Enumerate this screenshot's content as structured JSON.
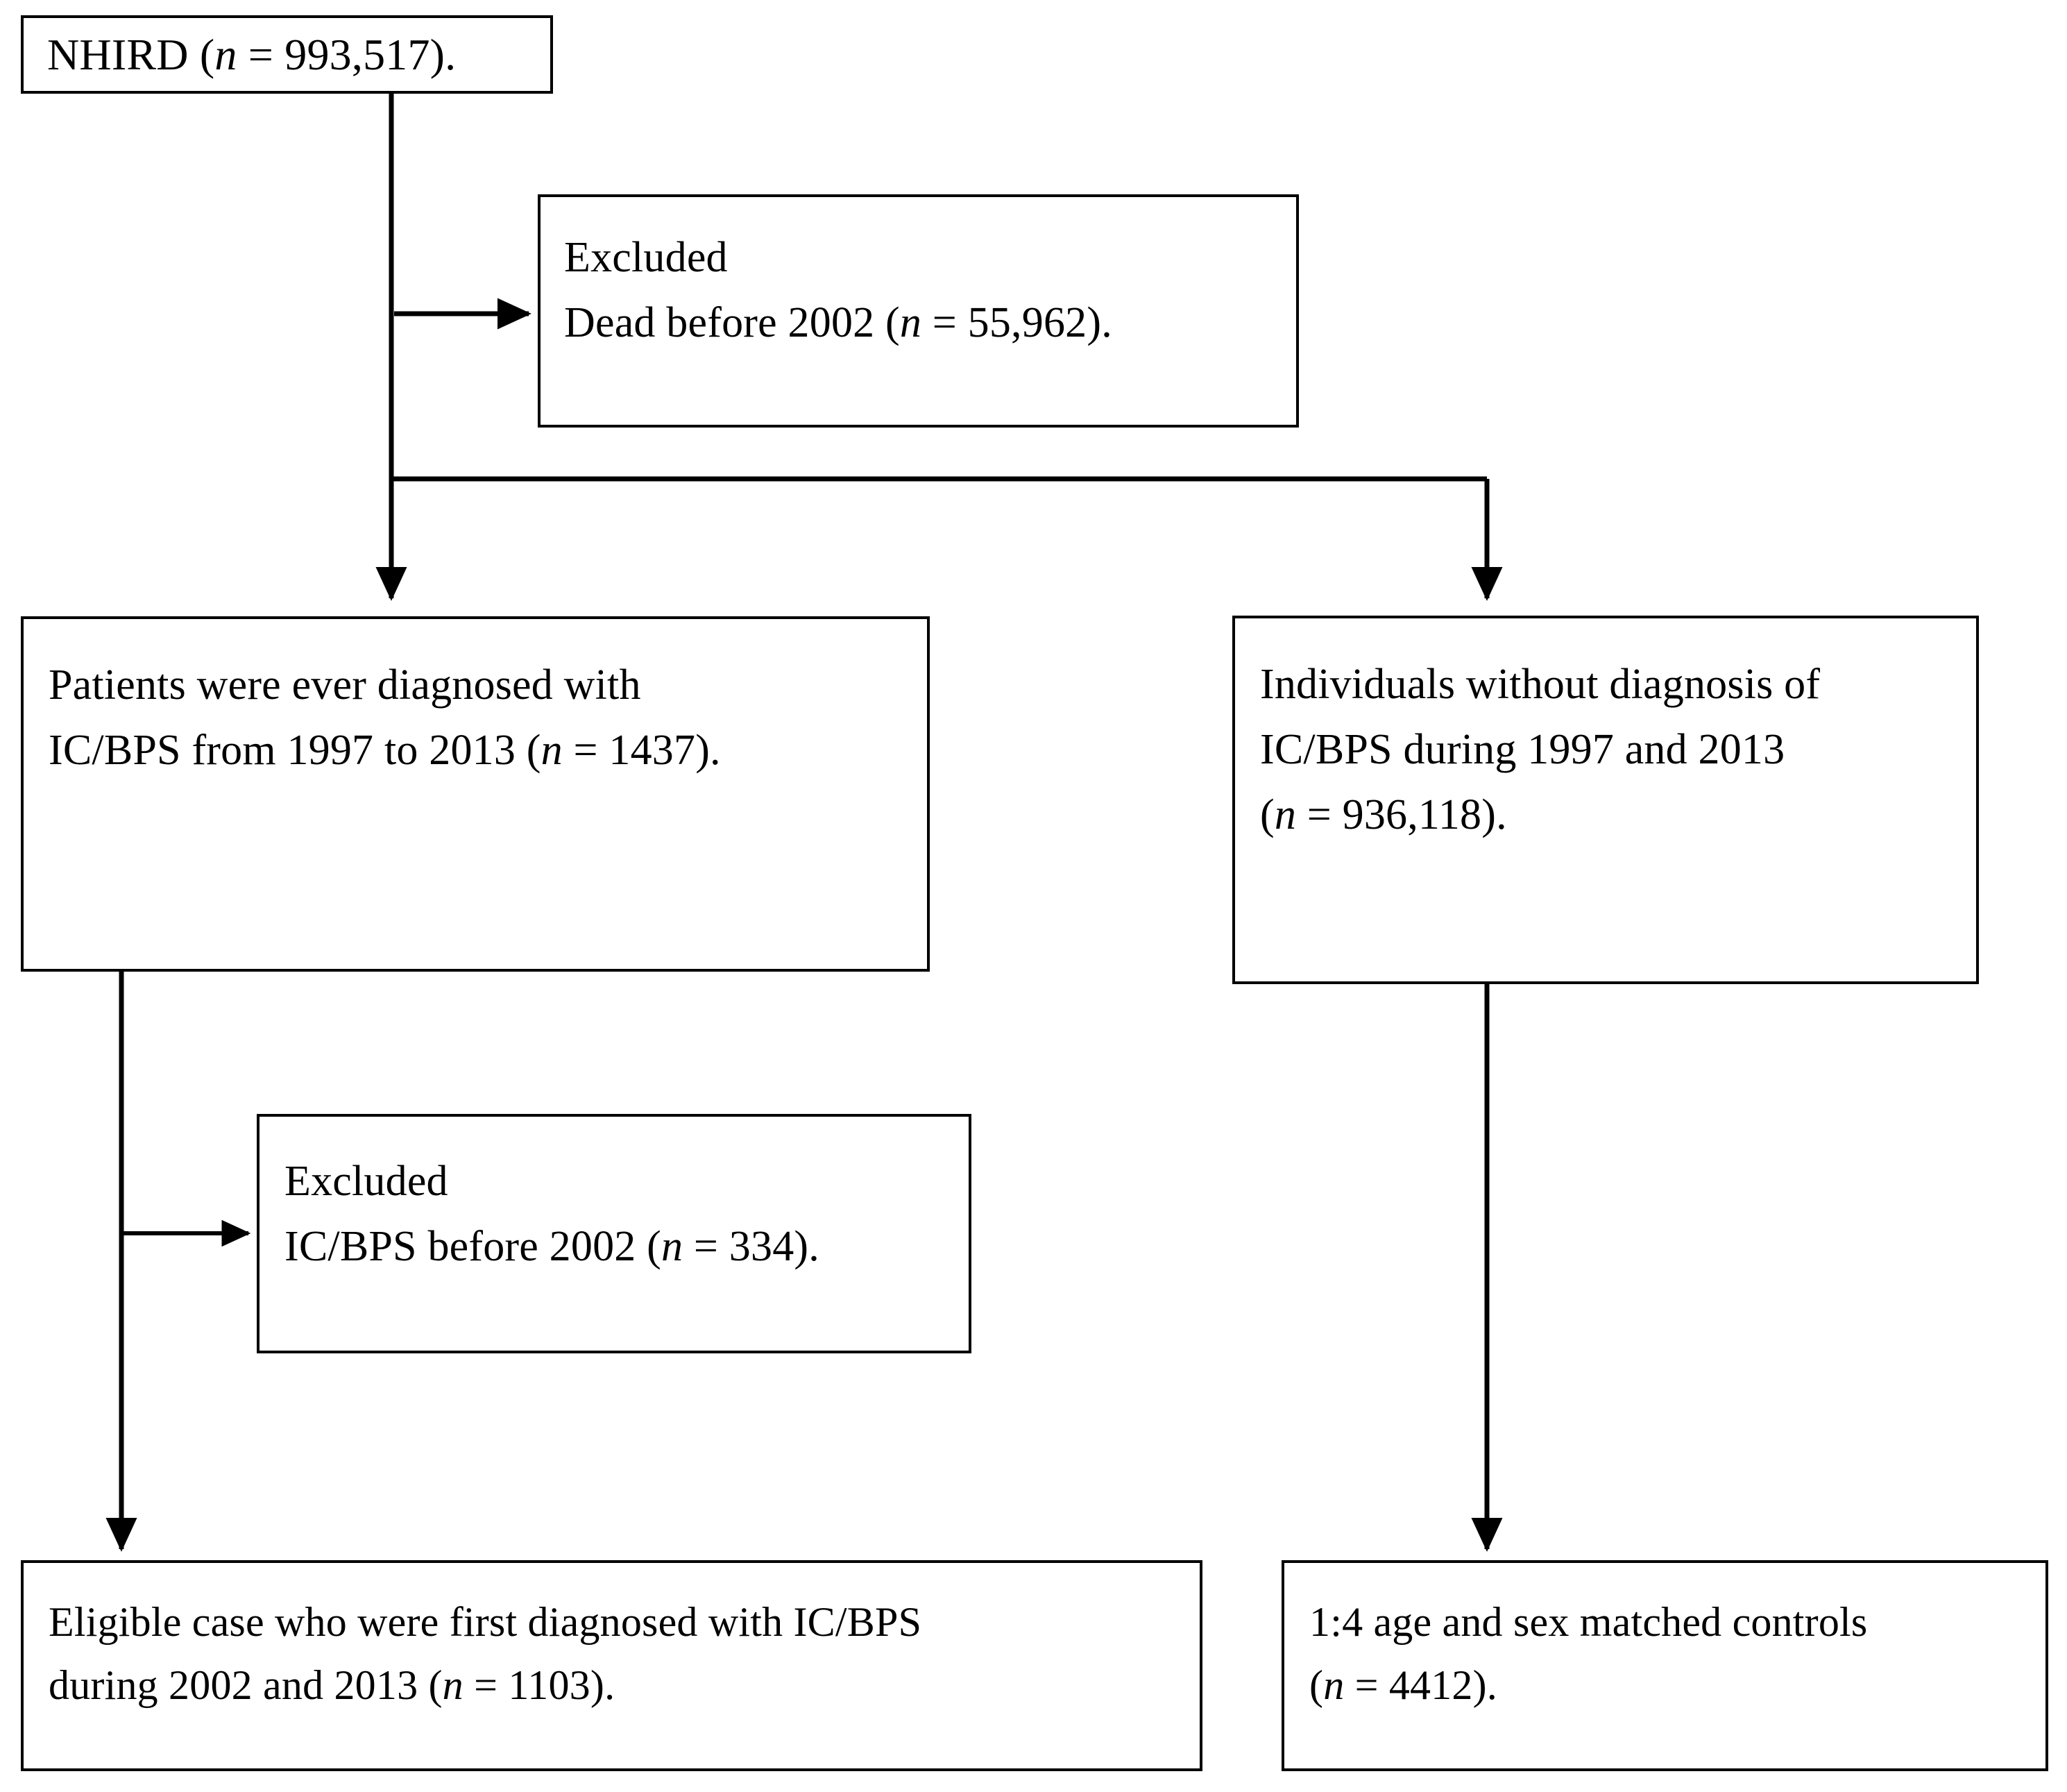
{
  "diagram": {
    "type": "flowchart",
    "title": "Study population selection flowchart",
    "orientation": "top-down",
    "line_color": "#000000",
    "box_border_color": "#000000",
    "background_color": "#ffffff"
  },
  "nodes": {
    "nhird": {
      "id": "nhird",
      "lines": [
        {
          "pre": "NHIRD  (",
          "italic": "n",
          "post": " = 993,517)."
        }
      ],
      "count": 993517
    },
    "excluded_dead": {
      "id": "excluded-dead",
      "lines": [
        {
          "pre": "Excluded",
          "italic": "",
          "post": ""
        },
        {
          "pre": "Dead before 2002 (",
          "italic": "n",
          "post": " = 55,962)."
        }
      ],
      "count": 55962
    },
    "cases": {
      "id": "cases",
      "lines": [
        {
          "pre": "Patients were ever diagnosed with",
          "italic": "",
          "post": ""
        },
        {
          "pre": "IC/BPS  from 1997 to 2013 (",
          "italic": "n",
          "post": " = 1437)."
        }
      ],
      "count": 1437
    },
    "non_cases": {
      "id": "non-cases",
      "lines": [
        {
          "pre": "Individuals without diagnosis of",
          "italic": "",
          "post": ""
        },
        {
          "pre": "IC/BPS  during 1997 and 2013",
          "italic": "",
          "post": ""
        },
        {
          "pre": "(",
          "italic": "n",
          "post": " = 936,118)."
        }
      ],
      "count": 936118
    },
    "excluded_icbps": {
      "id": "excluded-icbps",
      "lines": [
        {
          "pre": "Excluded",
          "italic": "",
          "post": ""
        },
        {
          "pre": "IC/BPS  before 2002 (",
          "italic": "n",
          "post": " = 334)."
        }
      ],
      "count": 334
    },
    "eligible_cases": {
      "id": "eligible-cases",
      "lines": [
        {
          "pre": "Eligible case who were first diagnosed with IC/BPS",
          "italic": "",
          "post": ""
        },
        {
          "pre": "during 2002 and 2013 (",
          "italic": "n",
          "post": " = 1103)."
        }
      ],
      "count": 1103
    },
    "matched_controls": {
      "id": "matched-controls",
      "lines": [
        {
          "pre": "1:4 age and sex matched controls",
          "italic": "",
          "post": ""
        },
        {
          "pre": "(",
          "italic": "n",
          "post": " = 4412)."
        }
      ],
      "count": 4412
    }
  },
  "edges": [
    {
      "from": "nhird",
      "to": "excluded_dead",
      "style": "orthogonal-right-arrow"
    },
    {
      "from": "nhird",
      "to": "cases",
      "style": "vertical-arrow"
    },
    {
      "from": "nhird",
      "to": "non_cases",
      "style": "orthogonal-branch-arrow"
    },
    {
      "from": "cases",
      "to": "excluded_icbps",
      "style": "orthogonal-right-arrow"
    },
    {
      "from": "cases",
      "to": "eligible_cases",
      "style": "vertical-arrow"
    },
    {
      "from": "non_cases",
      "to": "matched_controls",
      "style": "vertical-arrow"
    }
  ]
}
